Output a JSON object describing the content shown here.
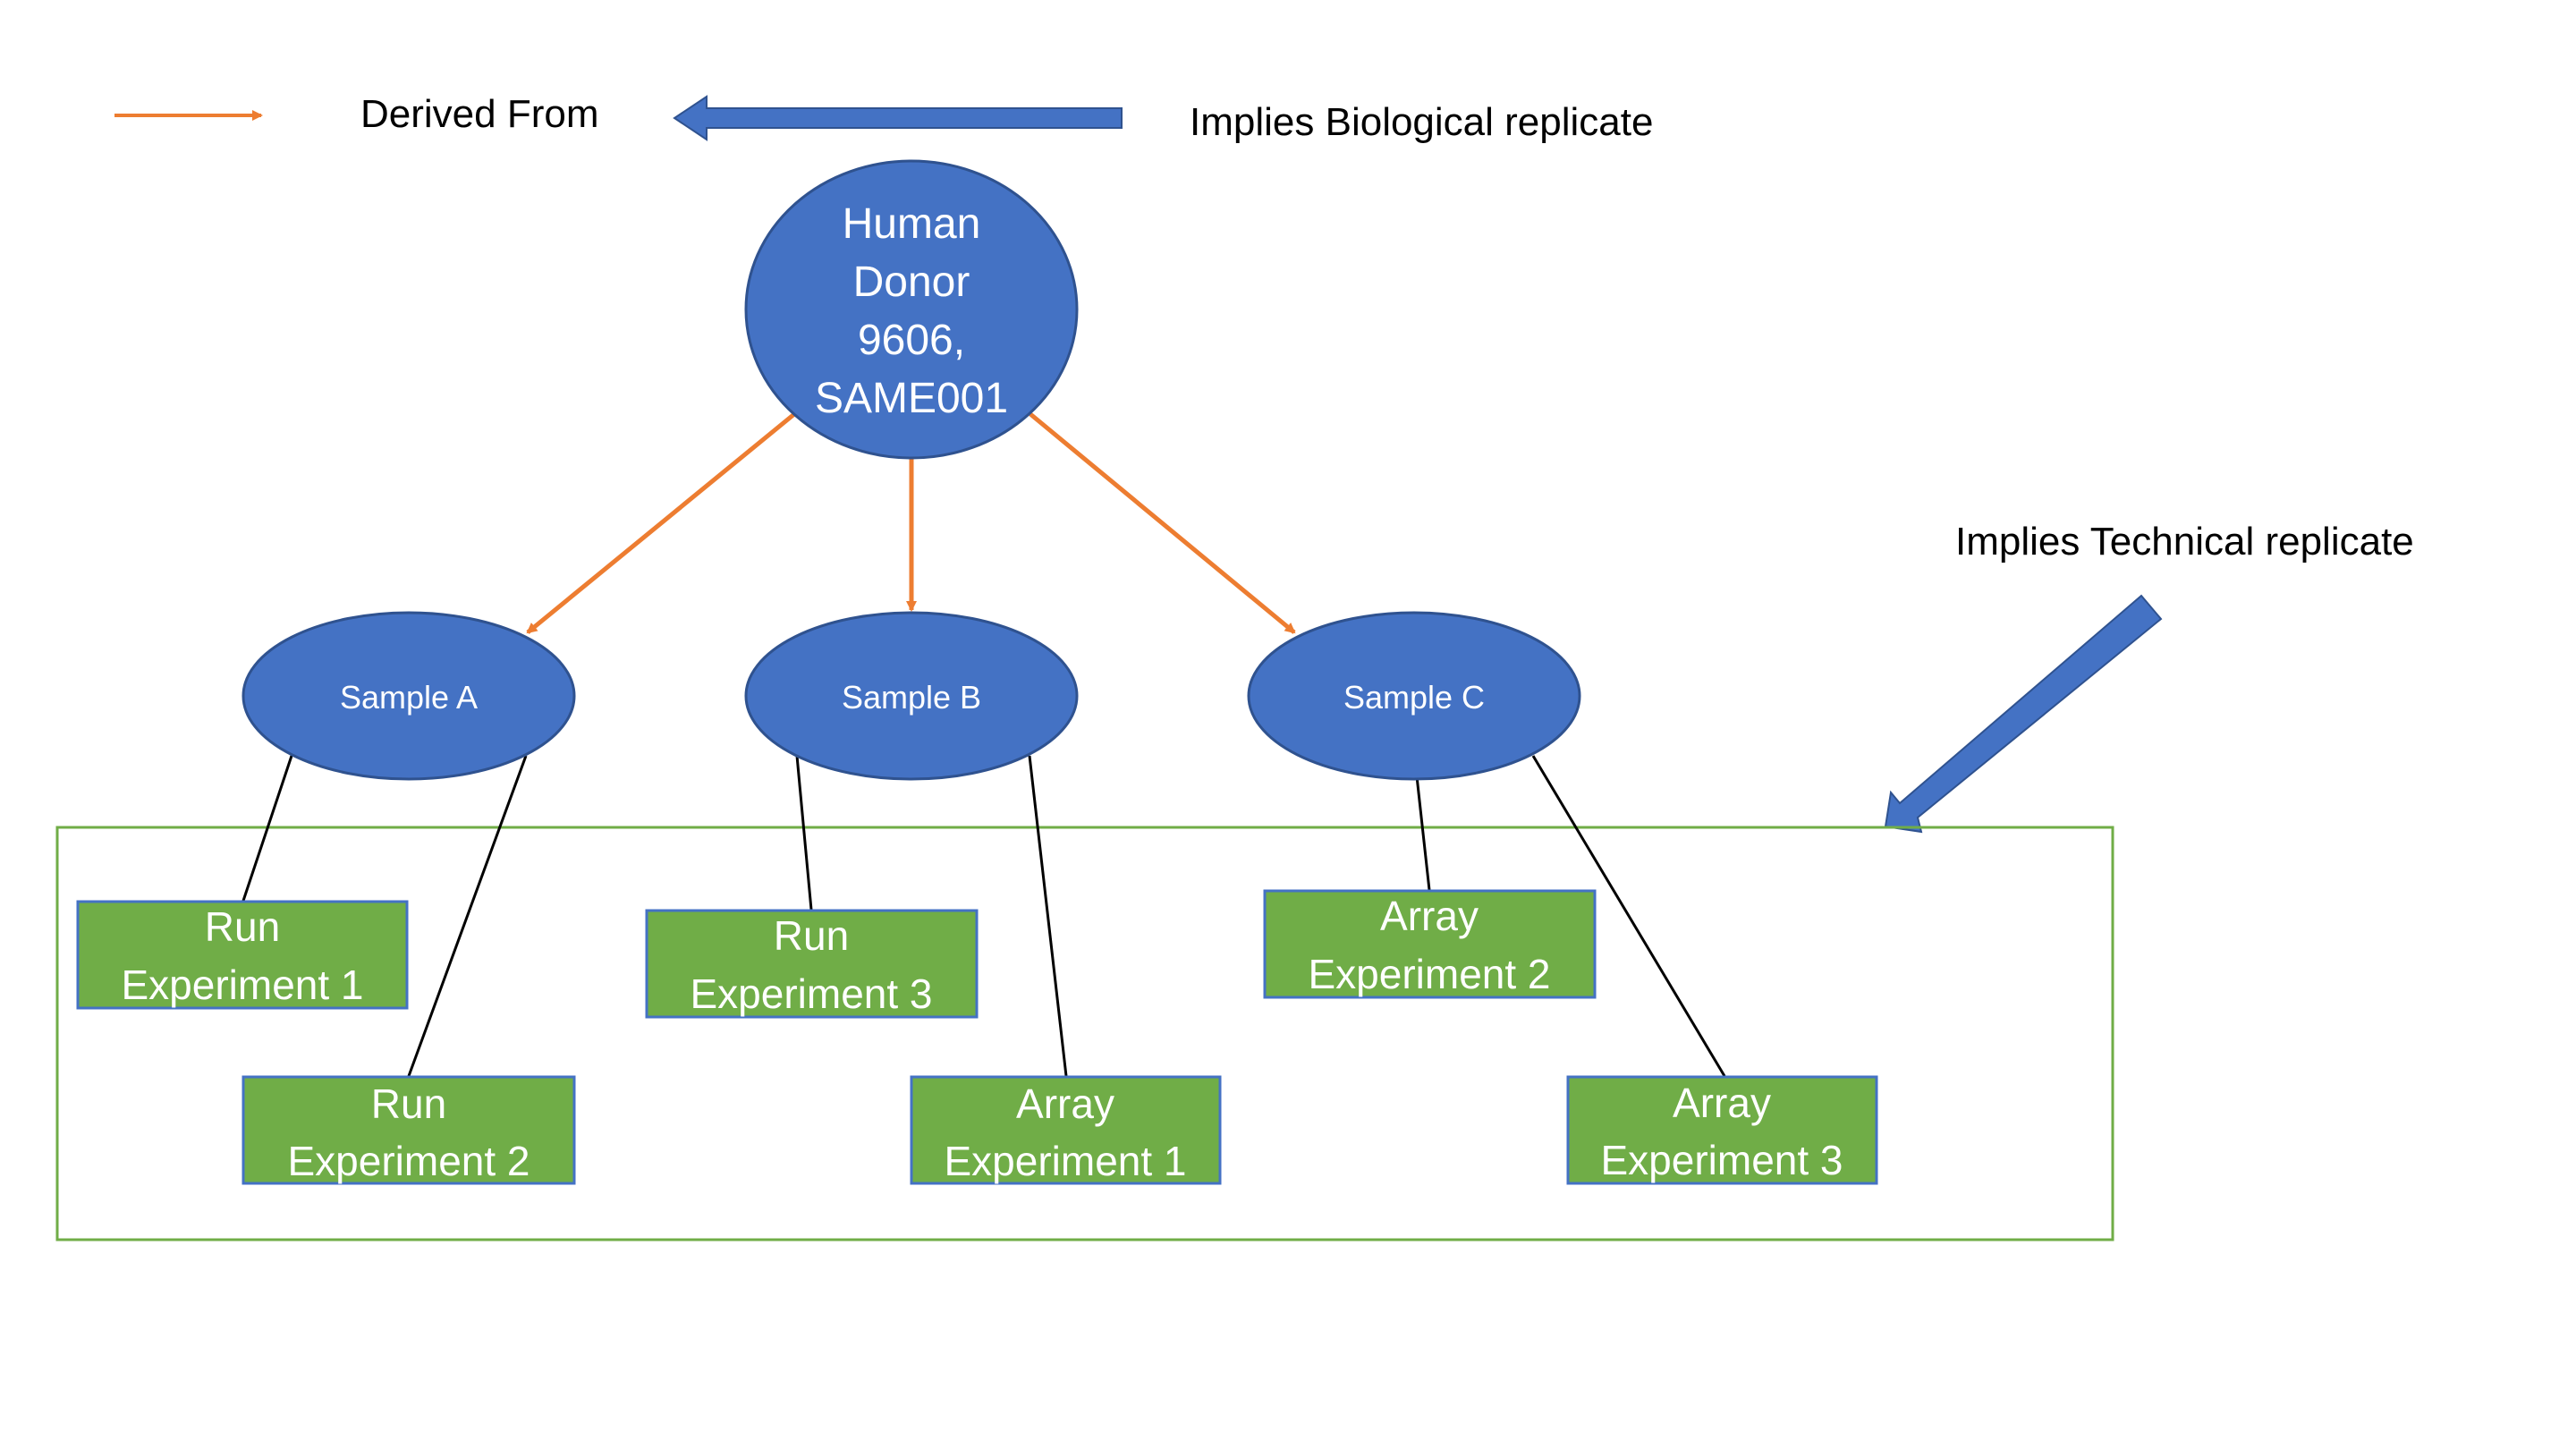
{
  "colors": {
    "ellipse_fill": "#4472C4",
    "ellipse_stroke": "#2F528F",
    "box_fill": "#70AD47",
    "box_stroke": "#4472C4",
    "container_stroke": "#70AD47",
    "derived_arrow": "#ED7D31",
    "replicate_arrow": "#4472C4",
    "connector": "#000000",
    "node_text": "#ffffff",
    "legend_text": "#000000"
  },
  "legend": {
    "derived_from": "Derived From",
    "biological_replicate": "Implies Biological replicate",
    "technical_replicate": "Implies Technical replicate"
  },
  "donor": {
    "line1": "Human",
    "line2": "Donor",
    "line3": "9606,",
    "line4": "SAME001"
  },
  "samples": {
    "a": "Sample A",
    "b": "Sample B",
    "c": "Sample C"
  },
  "experiments": {
    "run1": {
      "line1": "Run",
      "line2": "Experiment 1"
    },
    "run2": {
      "line1": "Run",
      "line2": "Experiment 2"
    },
    "run3": {
      "line1": "Run",
      "line2": "Experiment 3"
    },
    "array1": {
      "line1": "Array",
      "line2": "Experiment 1"
    },
    "array2": {
      "line1": "Array",
      "line2": "Experiment 2"
    },
    "array3": {
      "line1": "Array",
      "line2": "Experiment 3"
    }
  }
}
